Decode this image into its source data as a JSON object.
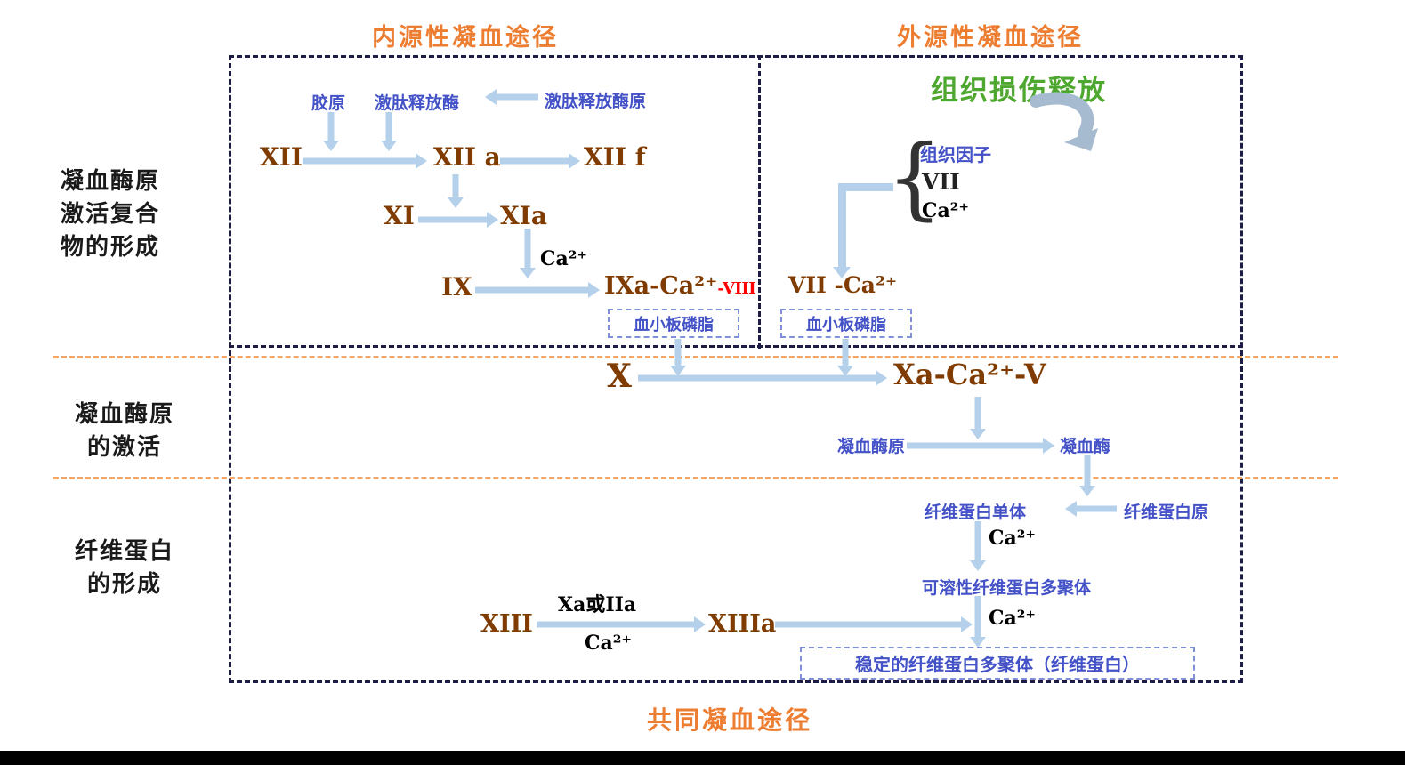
{
  "colors": {
    "orange_heading": "#ED7D31",
    "green_heading": "#4EA72E",
    "blue_label": "#4452C7",
    "factor_brown": "#7F3B00",
    "red_highlight": "#FF0000",
    "arrow_blue": "#B5D0EA"
  },
  "headers": {
    "intrinsic": "内源性凝血途径",
    "extrinsic": "外源性凝血途径",
    "tissue_release": "组织损伤释放",
    "common": "共同凝血途径"
  },
  "row_labels": {
    "stage1": [
      "凝血酶原",
      "激活复合",
      "物的形成"
    ],
    "stage2": [
      "凝血酶原",
      "的激活"
    ],
    "stage3": [
      "纤维蛋白",
      "的形成"
    ]
  },
  "intrinsic": {
    "collagen": "胶原",
    "kallikrein": "激肽释放酶",
    "prekallikrein": "激肽释放酶原",
    "f12": "XII",
    "f12a": "XII a",
    "f12f": "XII f",
    "f11": "XI",
    "f11a": "XIa",
    "ca": "Ca²⁺",
    "f9": "IX",
    "f9a_main": "IXa-Ca²⁺",
    "f9a_suffix": "-VIII",
    "platelet_phospholipid": "血小板磷脂"
  },
  "extrinsic": {
    "brace": "{",
    "tissue_factor": "组织因子",
    "f7": "VII",
    "ca": "Ca²⁺",
    "f7_ca": "VII -Ca²⁺",
    "platelet_phospholipid": "血小板磷脂"
  },
  "activation": {
    "f10": "X",
    "f10a_complex": "Xa-Ca²⁺-V",
    "prothrombin": "凝血酶原",
    "thrombin": "凝血酶"
  },
  "fibrin": {
    "fibrinogen": "纤维蛋白原",
    "monomer": "纤维蛋白单体",
    "ca1": "Ca²⁺",
    "soluble_polymer": "可溶性纤维蛋白多聚体",
    "f13": "XIII",
    "catalyst_top": "Xa或IIa",
    "catalyst_bottom": "Ca²⁺",
    "f13a": "XIIIa",
    "ca2": "Ca²⁺",
    "stable_polymer": "稳定的纤维蛋白多聚体（纤维蛋白）"
  }
}
